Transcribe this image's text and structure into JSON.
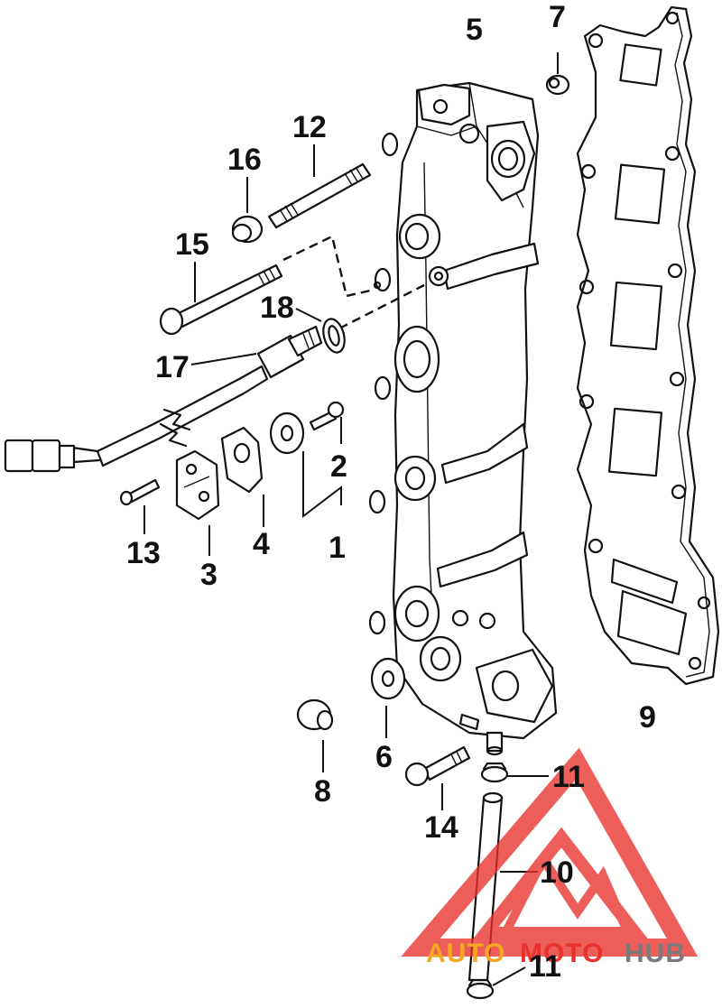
{
  "callouts": {
    "c1": "1",
    "c2": "2",
    "c3": "3",
    "c4": "4",
    "c5": "5",
    "c6": "6",
    "c7": "7",
    "c8": "8",
    "c9": "9",
    "c10": "10",
    "c11a": "11",
    "c11b": "11",
    "c12": "12",
    "c13": "13",
    "c14": "14",
    "c15": "15",
    "c16": "16",
    "c17": "17",
    "c18": "18"
  },
  "watermark": {
    "part1": "AUTO",
    "part2": "MOTO",
    "part3": "HUB",
    "color_red": "#e8322d",
    "color_orange": "#f5a623",
    "color_gray": "#7a7a7a"
  }
}
